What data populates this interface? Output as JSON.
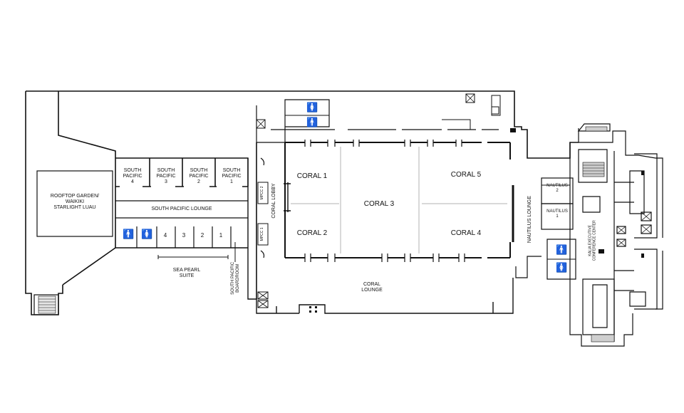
{
  "labels": {
    "rooftop_garden": "ROOFTOP GARDEN/\nWAIKIKI\nSTARLIGHT LUAU",
    "south_pacific_4": "SOUTH\nPACIFIC\n4",
    "south_pacific_3": "SOUTH\nPACIFIC\n3",
    "south_pacific_2": "SOUTH\nPACIFIC\n2",
    "south_pacific_1": "SOUTH\nPACIFIC\n1",
    "south_pacific_lounge": "SOUTH PACIFIC LOUNGE",
    "sea_pearl_4": "4",
    "sea_pearl_3": "3",
    "sea_pearl_2": "2",
    "sea_pearl_1": "1",
    "sea_pearl_suite": "SEA PEARL\nSUITE",
    "south_pacific_boardroom": "SOUTH PACIFIC\nBOARDROOM",
    "mpcc_2": "MPCC 2",
    "mpcc_1": "MPCC 1",
    "coral_lobby": "CORAL LOBBY",
    "coral_1": "CORAL 1",
    "coral_2": "CORAL 2",
    "coral_3": "CORAL 3",
    "coral_4": "CORAL 4",
    "coral_5": "CORAL 5",
    "coral_lounge": "CORAL\nLOUNGE",
    "nautilus_lounge": "NAUTILUS LOUNGE",
    "nautilus_2": "NAUTILUS\n2",
    "nautilus_1": "NAUTILUS\n1",
    "kalia_center": "KALIA EXECUTIVE\nCONFERENCE CENTER"
  },
  "icons": {
    "restroom_men": "person-male-icon",
    "restroom_women": "person-female-icon",
    "stairs": "stairs-icon",
    "elevator": "elevator-icon"
  },
  "colors": {
    "ink": "#111111",
    "partition": "#d9d9d9",
    "stair": "#cfcfcf"
  }
}
